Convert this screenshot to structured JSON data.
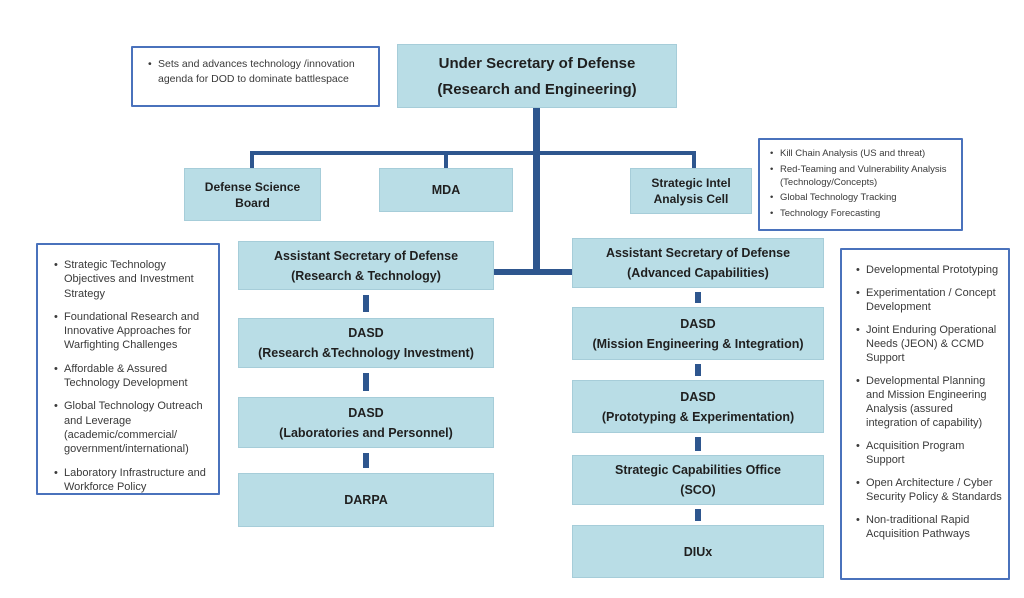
{
  "colors": {
    "box_fill": "#b9dde6",
    "box_text": "#1f1f1f",
    "connector_line": "#2e568e",
    "callout_border": "#4a72bc",
    "callout_text": "#3a3a3a"
  },
  "org": {
    "root": {
      "line1": "Under Secretary of Defense",
      "line2": "(Research and Engineering)"
    },
    "root_note": {
      "bullets": [
        "Sets and advances technology /innovation agenda for DOD to dominate battlespace"
      ]
    },
    "row2": {
      "dsb": {
        "line1": "Defense Science",
        "line2": "Board"
      },
      "mda": {
        "line1": "MDA"
      },
      "siac": {
        "line1": "Strategic Intel",
        "line2": "Analysis Cell"
      }
    },
    "intel_note": {
      "bullets": [
        "Kill Chain Analysis (US and threat)",
        "Red-Teaming and Vulnerability Analysis (Technology/Concepts)",
        "Global Technology Tracking",
        "Technology Forecasting"
      ]
    },
    "left_column": {
      "asd": {
        "line1": "Assistant Secretary of Defense",
        "line2": "(Research & Technology)"
      },
      "dasd1": {
        "line1": "DASD",
        "line2": "(Research &Technology Investment)"
      },
      "dasd2": {
        "line1": "DASD",
        "line2": "(Laboratories and Personnel)"
      },
      "agency": {
        "line1": "DARPA"
      }
    },
    "left_note": {
      "bullets": [
        "Strategic Technology Objectives and Investment Strategy",
        "Foundational Research and Innovative Approaches for Warfighting Challenges",
        "Affordable & Assured Technology Development",
        "Global Technology Outreach and Leverage (academic/commercial/ government/international)",
        "Laboratory Infrastructure and Workforce Policy"
      ]
    },
    "right_column": {
      "asd": {
        "line1": "Assistant Secretary of Defense",
        "line2": "(Advanced Capabilities)"
      },
      "dasd1": {
        "line1": "DASD",
        "line2": "(Mission Engineering & Integration)"
      },
      "dasd2": {
        "line1": "DASD",
        "line2": "(Prototyping & Experimentation)"
      },
      "sco": {
        "line1": "Strategic Capabilities Office",
        "line2": "(SCO)"
      },
      "diux": {
        "line1": "DIUx"
      }
    },
    "right_note": {
      "bullets": [
        "Developmental Prototyping",
        "Experimentation / Concept Development",
        "Joint Enduring Operational Needs (JEON) & CCMD Support",
        "Developmental Planning and Mission Engineering Analysis (assured integration of capability)",
        "Acquisition Program Support",
        "Open Architecture / Cyber Security Policy & Standards",
        "Non-traditional Rapid Acquisition Pathways"
      ]
    }
  }
}
